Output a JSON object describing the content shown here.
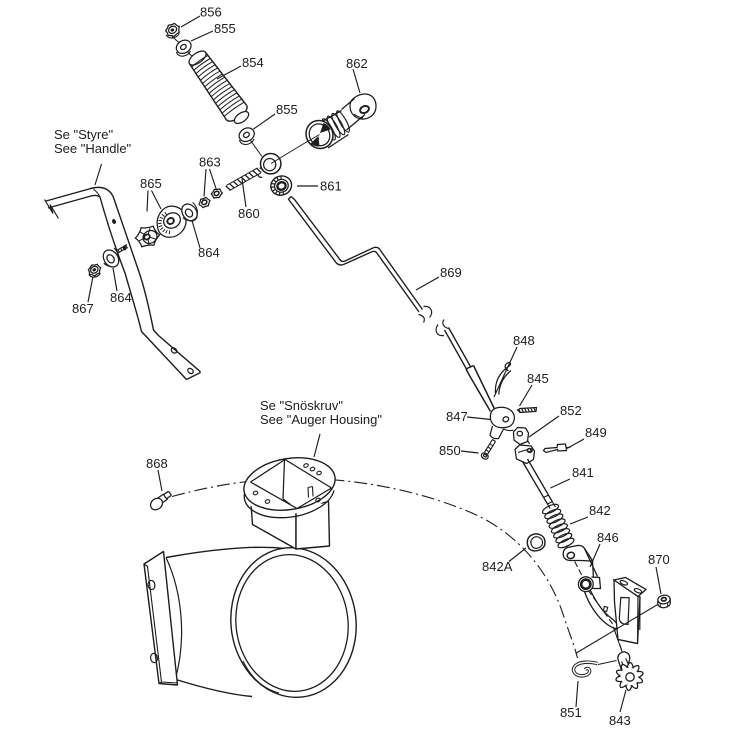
{
  "figure": {
    "background": "#ffffff",
    "ink": "#1d1d1d",
    "notes": {
      "handle": {
        "line1": "Se \"Styre\"",
        "line2": "See \"Handle\""
      },
      "auger": {
        "line1": "Se \"Snöskruv\"",
        "line2": "See \"Auger Housing\""
      }
    },
    "callouts": {
      "c856": "856",
      "c855_top": "855",
      "c854": "854",
      "c862": "862",
      "c855_mid": "855",
      "c863": "863",
      "c865": "865",
      "c860": "860",
      "c861": "861",
      "c864_right": "864",
      "c864_left": "864",
      "c867": "867",
      "c869": "869",
      "c848": "848",
      "c845": "845",
      "c847": "847",
      "c852": "852",
      "c849": "849",
      "c850": "850",
      "c841": "841",
      "c842": "842",
      "c842A": "842A",
      "c846": "846",
      "c870": "870",
      "c868": "868",
      "c851": "851",
      "c843": "843"
    }
  }
}
